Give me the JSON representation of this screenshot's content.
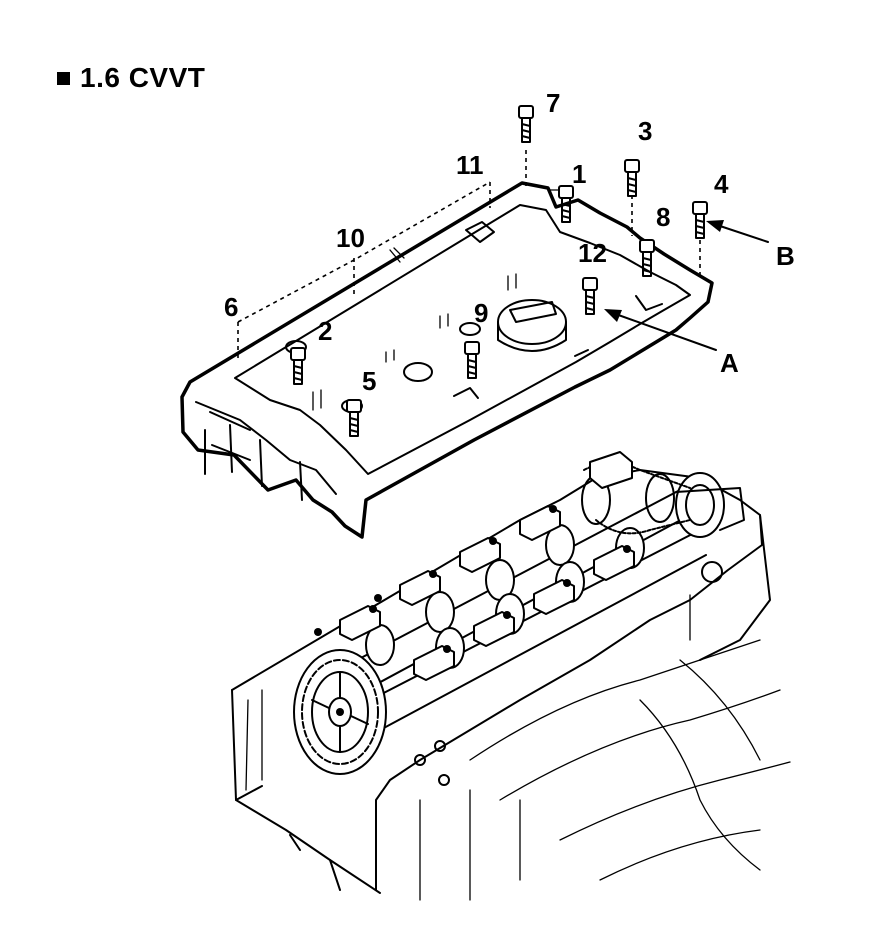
{
  "title": "1.6 CVVT",
  "bolt_labels": [
    "1",
    "2",
    "3",
    "4",
    "5",
    "6",
    "7",
    "8",
    "9",
    "10",
    "11",
    "12"
  ],
  "pointer_labels": {
    "a": "A",
    "b": "B"
  },
  "colors": {
    "ink": "#000000",
    "paper": "#ffffff"
  }
}
